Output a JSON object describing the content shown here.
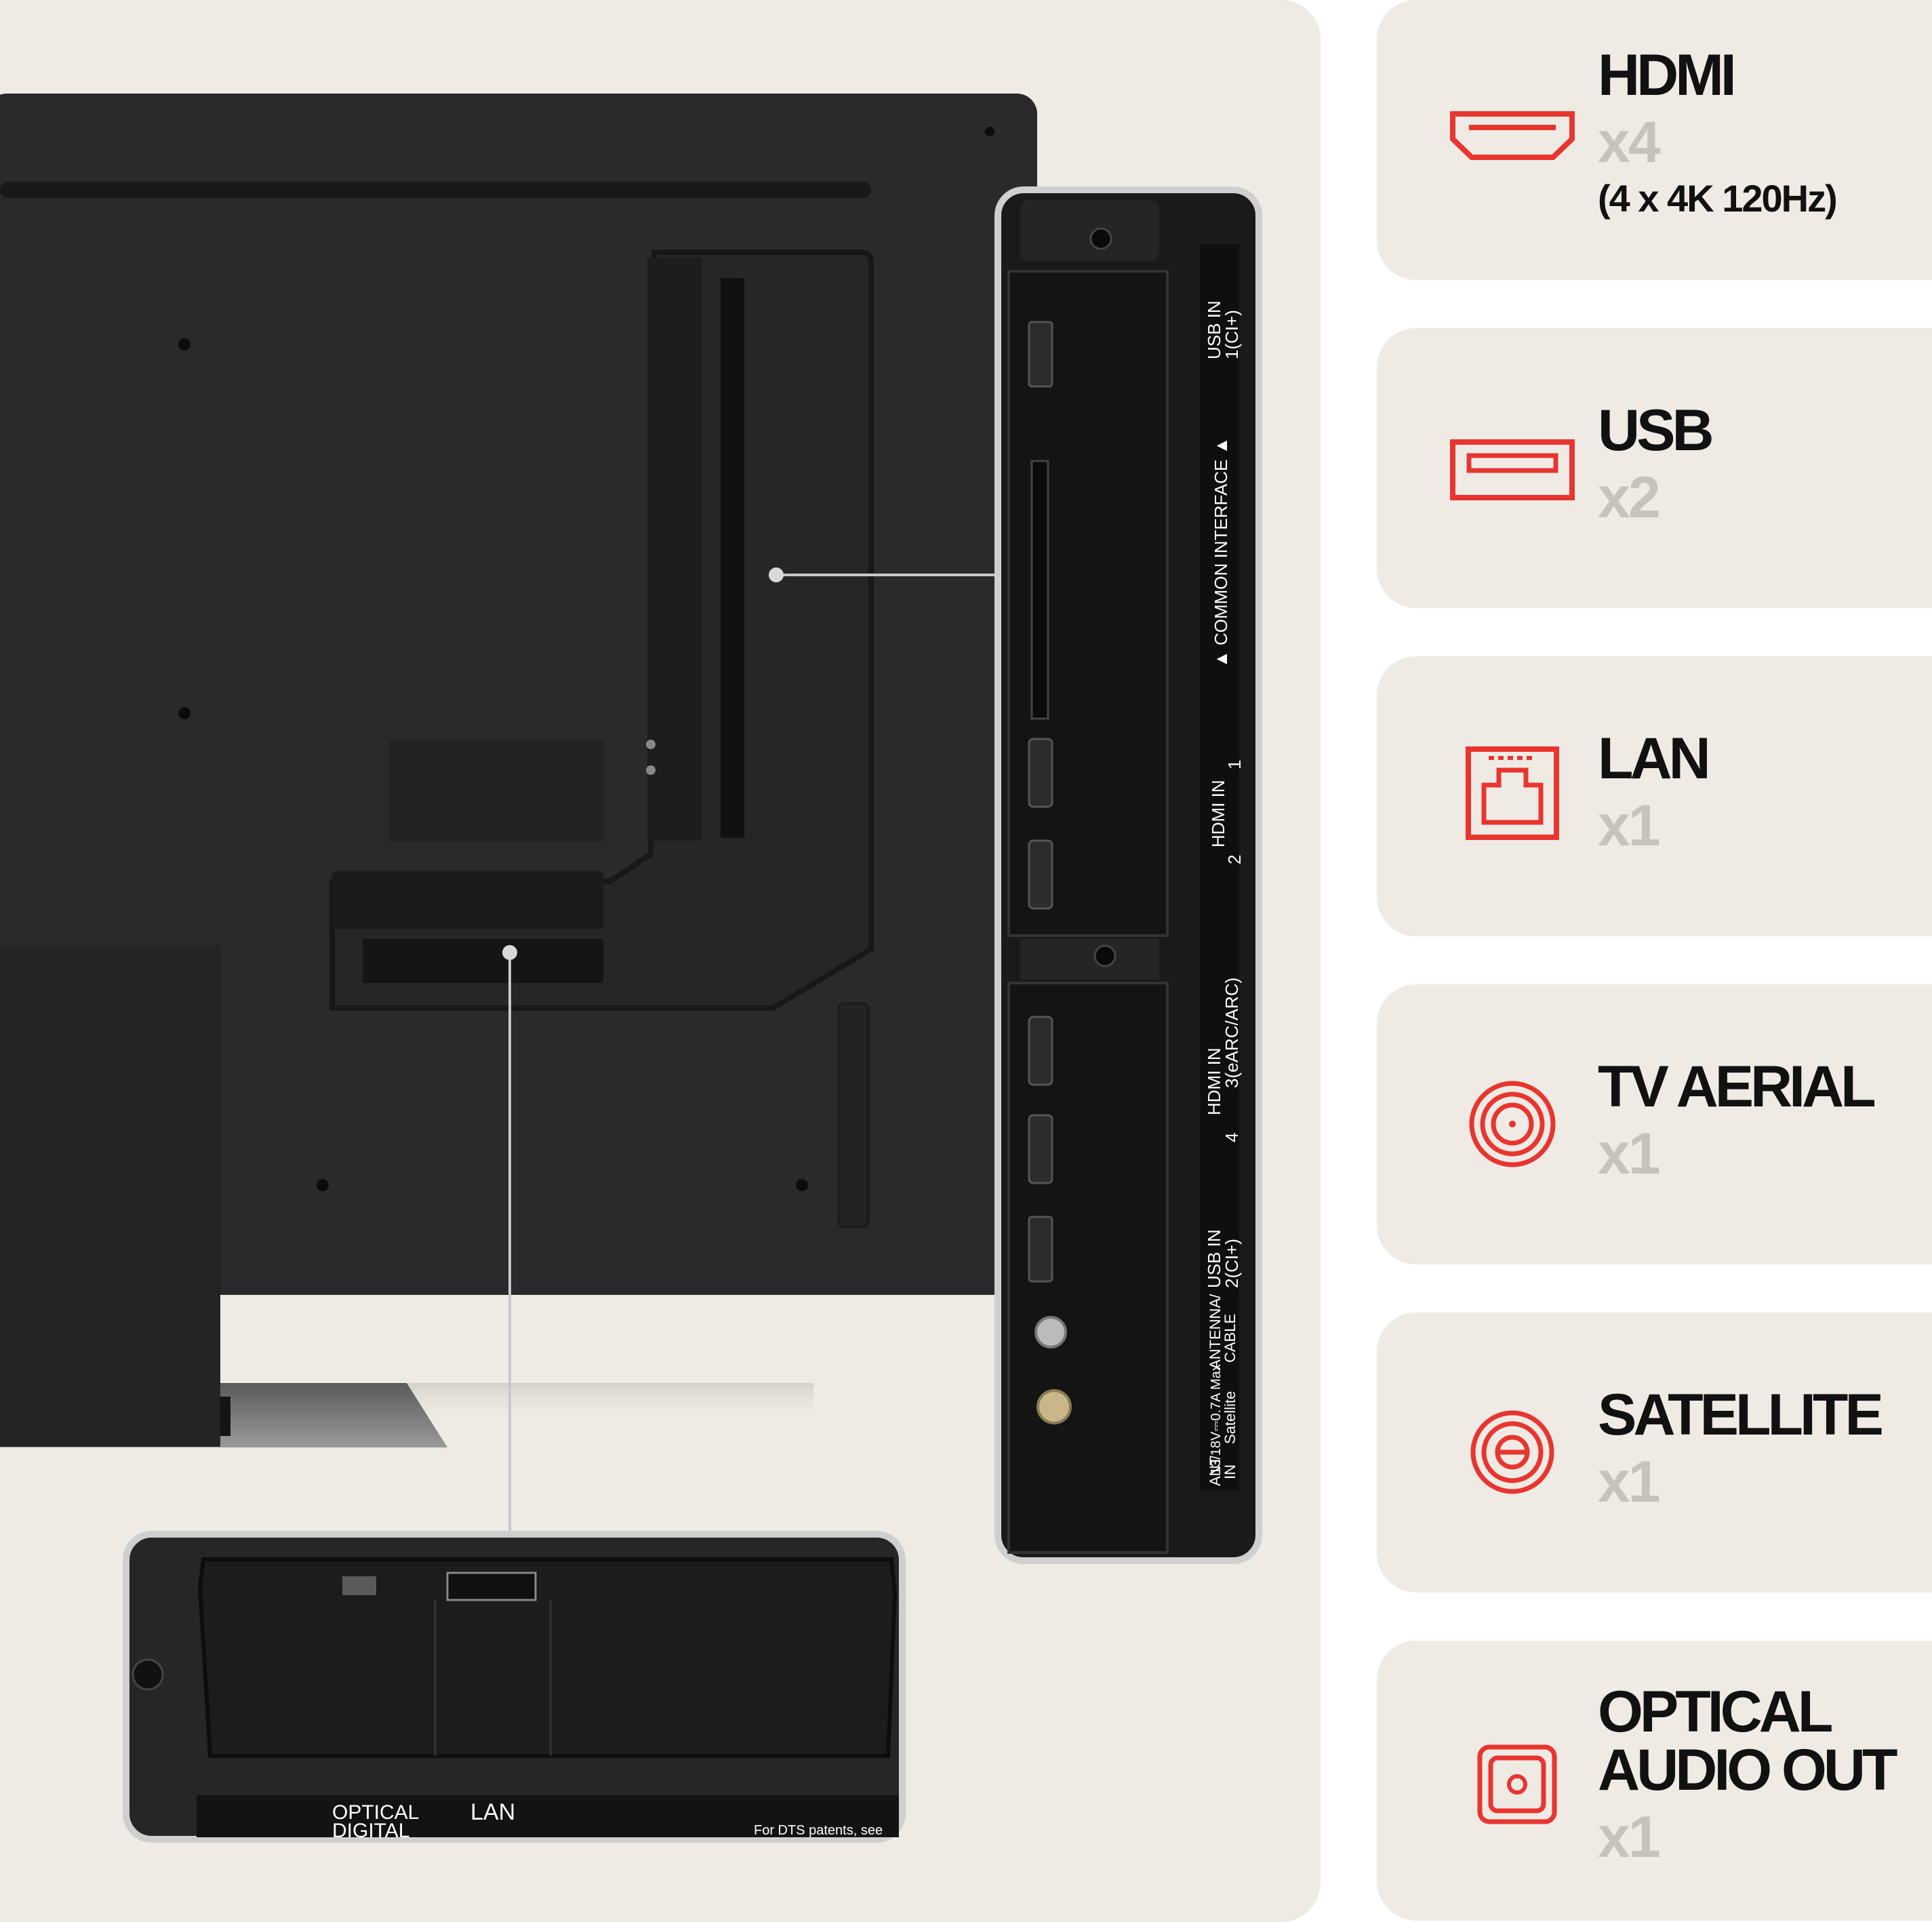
{
  "accent_color": "#e8352f",
  "photo": {
    "top_strip_labels": {
      "usb_in": "USB IN",
      "usb_in_1": "1(CI+)",
      "common_interface": "▲ COMMON INTERFACE ▲",
      "hdmi_in": "HDMI IN",
      "hdmi_1": "1",
      "hdmi_2": "2"
    },
    "bottom_strip_labels": {
      "hdmi_in": "HDMI IN",
      "hdmi_3": "3(eARC/ARC)",
      "hdmi_4": "4",
      "usb_in": "USB IN",
      "usb_in_2": "2(CI+)",
      "antenna": "ANTENNA/",
      "cable": "CABLE",
      "ant_in_1": "ANT",
      "ant_in_2": "IN",
      "satellite_spec": "13/18V⎓0.7A Max",
      "satellite": "Satellite"
    },
    "bottom_zoom_labels": {
      "optical": "OPTICAL",
      "digital": "DIGITAL",
      "lan": "LAN",
      "dts": "For DTS patents, see"
    }
  },
  "features": [
    {
      "icon": "hdmi-icon",
      "title": "HDMI",
      "count": "x4",
      "note": "(4 x 4K 120Hz)"
    },
    {
      "icon": "usb-icon",
      "title": "USB",
      "count": "x2",
      "note": ""
    },
    {
      "icon": "lan-icon",
      "title": "LAN",
      "count": "x1",
      "note": ""
    },
    {
      "icon": "tv-aerial-icon",
      "title": "TV AERIAL",
      "count": "x1",
      "note": ""
    },
    {
      "icon": "satellite-icon",
      "title": "SATELLITE",
      "count": "x1",
      "note": ""
    },
    {
      "icon": "optical-audio-icon",
      "title": "OPTICAL",
      "title2": "AUDIO OUT",
      "count": "x1",
      "note": ""
    }
  ]
}
